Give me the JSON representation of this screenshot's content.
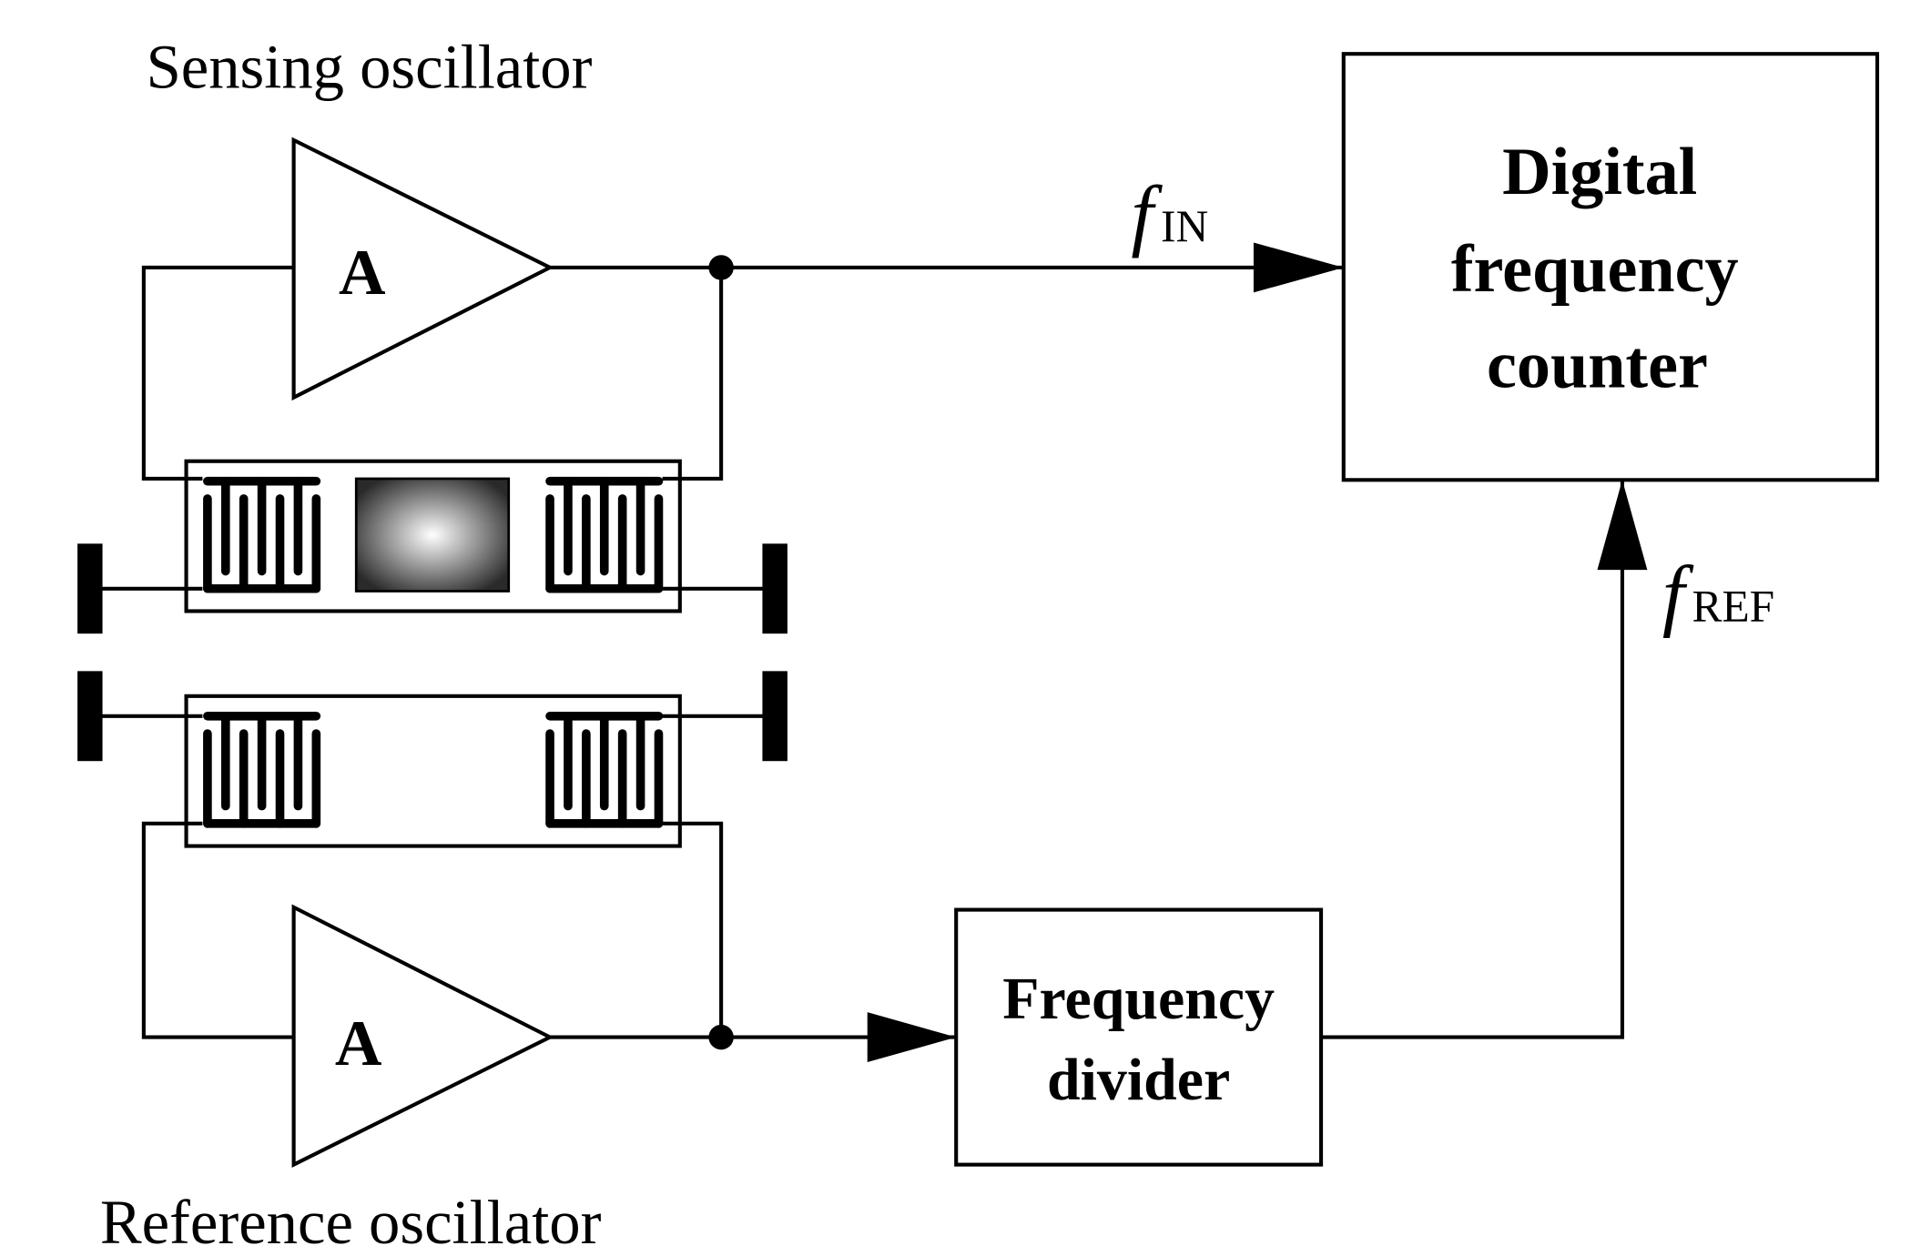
{
  "colors": {
    "stroke": "#000000",
    "background": "#ffffff",
    "sensing_area_outer": "#2a2a2a",
    "sensing_area_center": "#ffffff"
  },
  "labels": {
    "sensing_oscillator": "Sensing oscillator",
    "reference_oscillator": "Reference oscillator",
    "amp_top": "A",
    "amp_bottom": "A",
    "counter_line1": "Digital",
    "counter_line2": "frequency",
    "counter_line3": "counter",
    "divider_line1": "Frequency",
    "divider_line2": "divider",
    "f_in_main": "f",
    "f_in_sub": "IN",
    "f_ref_main": "f",
    "f_ref_sub": "REF"
  },
  "icons": {
    "amplifier": "triangle-amplifier-icon",
    "idt": "interdigital-transducer-icon",
    "sensing_area": "sensing-film-icon",
    "absorber": "absorber-bar-icon",
    "junction": "junction-dot-icon",
    "arrowhead": "arrowhead-icon"
  }
}
